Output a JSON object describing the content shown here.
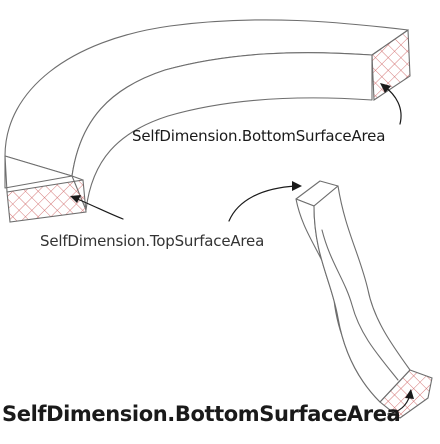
{
  "labels": {
    "bottom_surface_upper": "SelfDimension.BottomSurfaceArea",
    "top_surface": "SelfDimension.TopSurfaceArea",
    "bottom_surface_lower": "SelfDimension.BottomSurfaceArea"
  },
  "icons": [
    "curved-bar-shape",
    "twisted-bar-shape",
    "arrow"
  ],
  "colors": {
    "hatch": "#d06a6a",
    "outline": "#6e6e6e",
    "text": "#1a1a1a"
  }
}
